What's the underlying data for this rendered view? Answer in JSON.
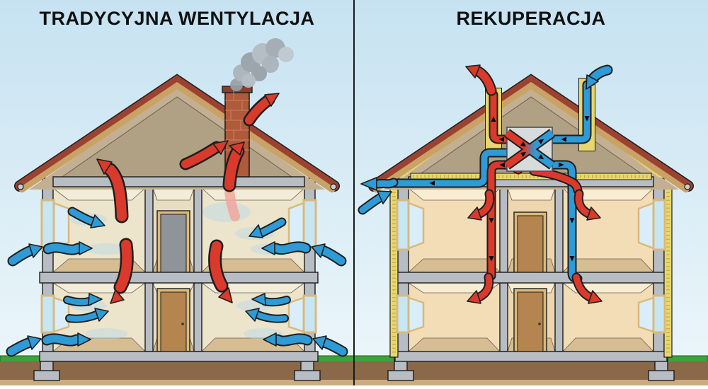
{
  "panels": {
    "left": {
      "title": "TRADYCYJNA WENTYLACJA",
      "house_type": "traditional-ventilation-house"
    },
    "right": {
      "title": "REKUPERACJA",
      "house_type": "heat-recovery-house"
    }
  },
  "legend_semantics": {
    "red_arrows": "warm air",
    "blue_arrows": "cold / fresh air",
    "gray_box": "heat-exchanger (recuperator) with crossing warm/cold streams",
    "yellow_bands": "thermal insulation"
  },
  "colors": {
    "title": "#111111",
    "warm": "#d93a2b",
    "cold": "#2e9bd6",
    "sky_top": "#c6e2f1",
    "sky_bottom": "#eef7fb",
    "roof_tile": "#9c4231",
    "roof_fascia": "#c9a266",
    "attic": "#c3b092",
    "gable": "#b0a084",
    "structure": "#b7bdc2",
    "wall_cool": "#ece4cb",
    "wall_warm": "#f3ddb6",
    "floor": "#d6bd92",
    "door_wood": "#b5854f",
    "door_frame": "#d9b97c",
    "glass": "#c7e6f4",
    "insulation": "#e8d66e",
    "brick": "#b05a3c",
    "smoke": "#9aa1a7",
    "grass": "#3aa33a",
    "soil": "#8a6848",
    "exchanger": "#d8dbdb"
  }
}
